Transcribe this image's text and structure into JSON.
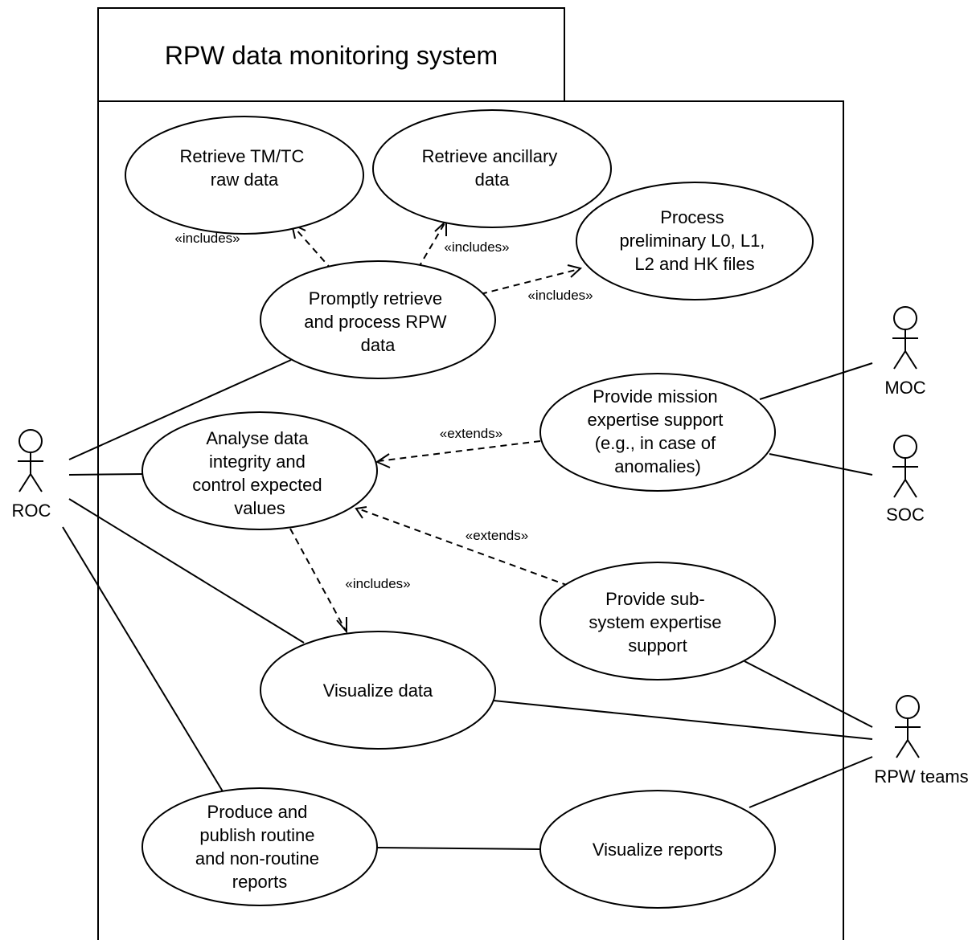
{
  "system": {
    "title": "RPW data monitoring system"
  },
  "actors": {
    "roc": "ROC",
    "moc": "MOC",
    "soc": "SOC",
    "rpw_teams": "RPW teams"
  },
  "use_cases": {
    "retrieve_tmtc": [
      "Retrieve TM/TC",
      "raw data"
    ],
    "retrieve_ancillary": [
      "Retrieve ancillary",
      "data"
    ],
    "process_preliminary": [
      "Process",
      "preliminary L0, L1,",
      "L2 and HK files"
    ],
    "promptly_retrieve": [
      "Promptly retrieve",
      "and process RPW",
      "data"
    ],
    "analyse_integrity": [
      "Analyse data",
      "integrity and",
      "control expected",
      "values"
    ],
    "mission_expertise": [
      "Provide mission",
      "expertise support",
      "(e.g., in case of",
      "anomalies)"
    ],
    "subsystem_expertise": [
      "Provide sub-",
      "system expertise",
      "support"
    ],
    "visualize_data": [
      "Visualize data"
    ],
    "produce_reports": [
      "Produce and",
      "publish routine",
      "and non-routine",
      "reports"
    ],
    "visualize_reports": [
      "Visualize reports"
    ]
  },
  "relations": {
    "includes_tmtc": "«includes»",
    "includes_ancillary": "«includes»",
    "includes_process": "«includes»",
    "extends_mission": "«extends»",
    "extends_subsystem": "«extends»",
    "includes_visualize": "«includes»"
  }
}
